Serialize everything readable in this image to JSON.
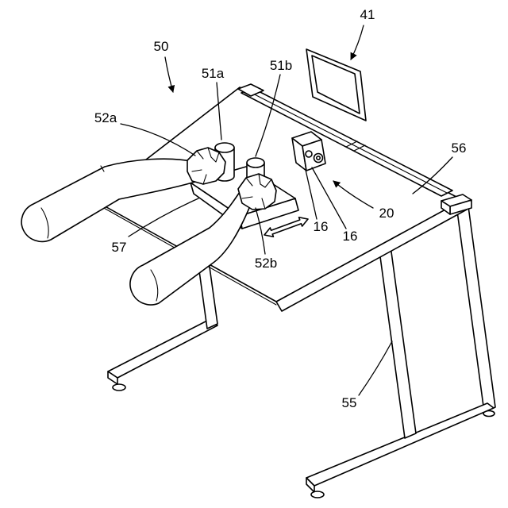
{
  "figure": {
    "reference_numerals": [
      "41",
      "50",
      "51a",
      "51b",
      "52a",
      "56",
      "20",
      "16",
      "16",
      "57",
      "52b",
      "55"
    ]
  },
  "colors": {
    "line": "#000000",
    "background": "#ffffff"
  }
}
